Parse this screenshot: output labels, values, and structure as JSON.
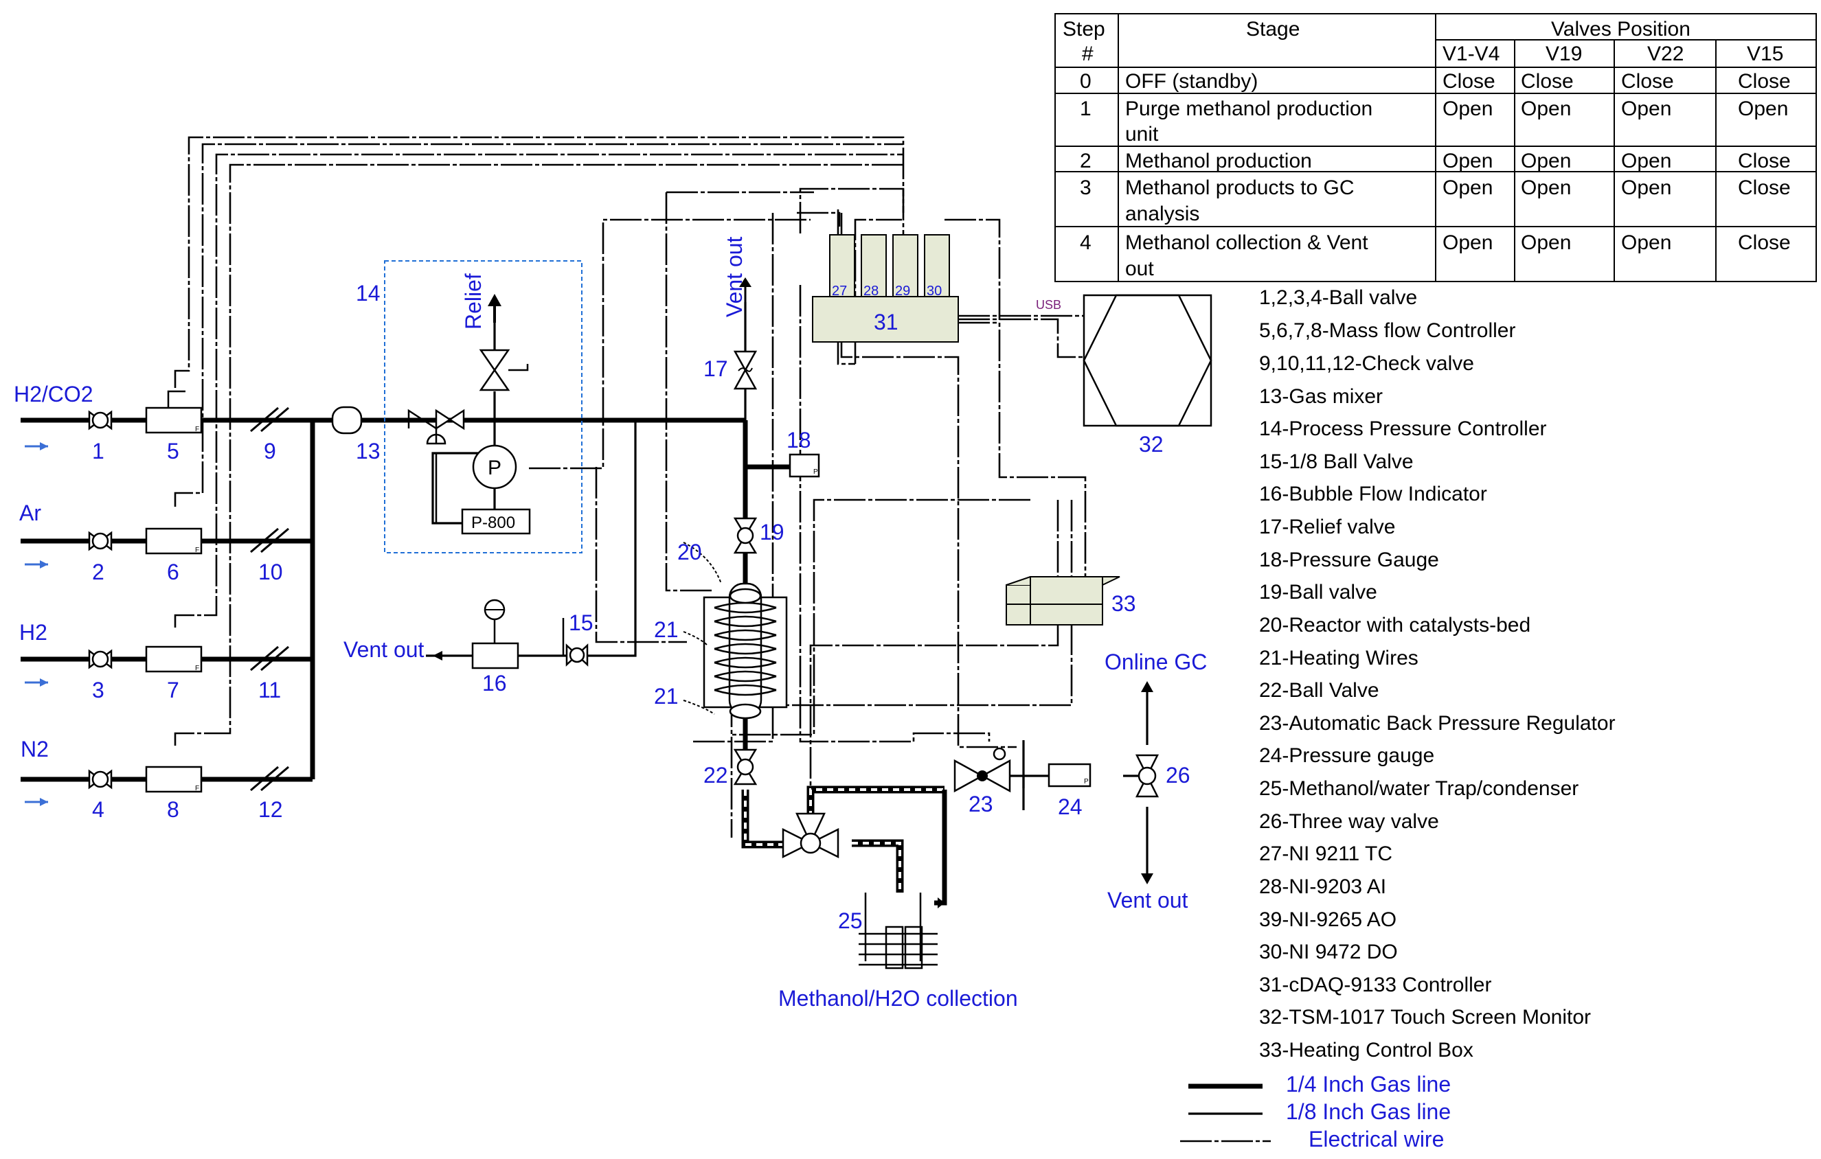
{
  "table": {
    "headers": {
      "step": "Step #",
      "stage": "Stage",
      "valves": "Valves Position",
      "cols": [
        "V1-V4",
        "V19",
        "V22",
        "V15"
      ]
    },
    "rows": [
      {
        "step": "0",
        "stage": [
          "OFF (standby)"
        ],
        "vals": [
          "Close",
          "Close",
          "Close",
          "Close"
        ]
      },
      {
        "step": "1",
        "stage": [
          "Purge methanol production",
          "unit"
        ],
        "vals": [
          "Open",
          "Open",
          "Open",
          "Open"
        ]
      },
      {
        "step": "2",
        "stage": [
          "Methanol production"
        ],
        "vals": [
          "Open",
          "Open",
          "Open",
          "Close"
        ]
      },
      {
        "step": "3",
        "stage": [
          "Methanol products to GC",
          "analysis"
        ],
        "vals": [
          "Open",
          "Open",
          "Open",
          "Close"
        ]
      },
      {
        "step": "4",
        "stage": [
          "Methanol collection & Vent",
          "out"
        ],
        "vals": [
          "Open",
          "Open",
          "Open",
          "Close"
        ]
      }
    ]
  },
  "components": [
    "1,2,3,4-Ball valve",
    "5,6,7,8-Mass flow Controller",
    "9,10,11,12-Check valve",
    "13-Gas mixer",
    "14-Process Pressure Controller",
    "15-1/8 Ball Valve",
    "16-Bubble Flow Indicator",
    "17-Relief valve",
    "18-Pressure Gauge",
    "19-Ball valve",
    "20-Reactor with catalysts-bed",
    "21-Heating Wires",
    "22-Ball Valve",
    "23-Automatic Back Pressure Regulator",
    "24-Pressure gauge",
    "25-Methanol/water Trap/condenser",
    "26-Three way valve",
    "27-NI 9211 TC",
    "28-NI-9203 AI",
    "39-NI-9265 AO",
    "30-NI 9472 DO",
    "31-cDAQ-9133 Controller",
    "32-TSM-1017 Touch Screen Monitor",
    "33-Heating Control Box"
  ],
  "legend": [
    "1/4 Inch Gas line",
    "1/8  Inch Gas line",
    "Electrical wire"
  ],
  "gases": [
    {
      "label": "H2/CO2",
      "valve": "1",
      "mfc": "5",
      "check": "9"
    },
    {
      "label": "Ar",
      "valve": "2",
      "mfc": "6",
      "check": "10"
    },
    {
      "label": "H2",
      "valve": "3",
      "mfc": "7",
      "check": "11"
    },
    {
      "label": "N2",
      "valve": "4",
      "mfc": "8",
      "check": "12"
    }
  ],
  "labels": {
    "mixer": "13",
    "ppc": "14",
    "relief": "Relief",
    "p_symbol": "P",
    "p800": "P-800",
    "valve15": "15",
    "bubble": "16",
    "vent_out": "Vent out",
    "relief_valve": "17",
    "gauge18": "18",
    "valve19": "19",
    "reactor": "20",
    "heating_wires": "21",
    "valve22": "22",
    "bpr": "23",
    "gauge24": "24",
    "trap": "25",
    "three_way": "26",
    "online_gc": "Online GC",
    "modules": [
      "27",
      "28",
      "29",
      "30"
    ],
    "controller": "31",
    "usb": "USB",
    "monitor": "32",
    "heat_box": "33",
    "collection": "Methanol/H2O collection",
    "mfc_mark": "F",
    "gauge_mark": "P"
  },
  "colors": {
    "accent": "#1a1ad6",
    "module_fill": "#e6ead6",
    "usb": "#7a1f7a",
    "box_border": "#1f6fd6"
  }
}
